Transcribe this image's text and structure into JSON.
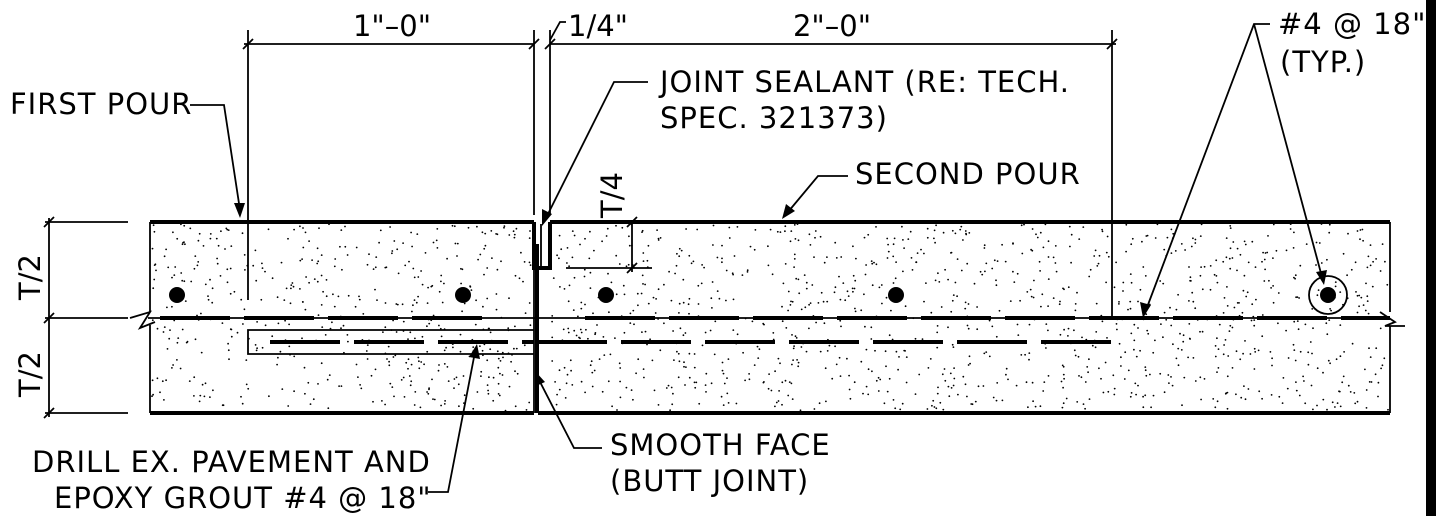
{
  "dimensions": {
    "top_left": "1\"–0\"",
    "gap": "1/4\"",
    "top_right": "2\"–0\"",
    "sealant_depth": "T/4",
    "upper_half": "T/2",
    "lower_half": "T/2"
  },
  "callouts": {
    "first_pour": "FIRST POUR",
    "joint_sealant_line1": "JOINT SEALANT (RE: TECH.",
    "joint_sealant_line2": "SPEC. 321373)",
    "second_pour": "SECOND POUR",
    "rebar_line1": "#4 @ 18\"",
    "rebar_line2": "(TYP.)",
    "drill_line1": "DRILL EX. PAVEMENT AND",
    "drill_line2": "EPOXY GROUT #4 @ 18\"",
    "smooth_face_line1": "SMOOTH FACE",
    "smooth_face_line2": "(BUTT JOINT)"
  },
  "colors": {
    "line": "#000000",
    "background": "#ffffff",
    "right_edge_bar": "#000000"
  }
}
